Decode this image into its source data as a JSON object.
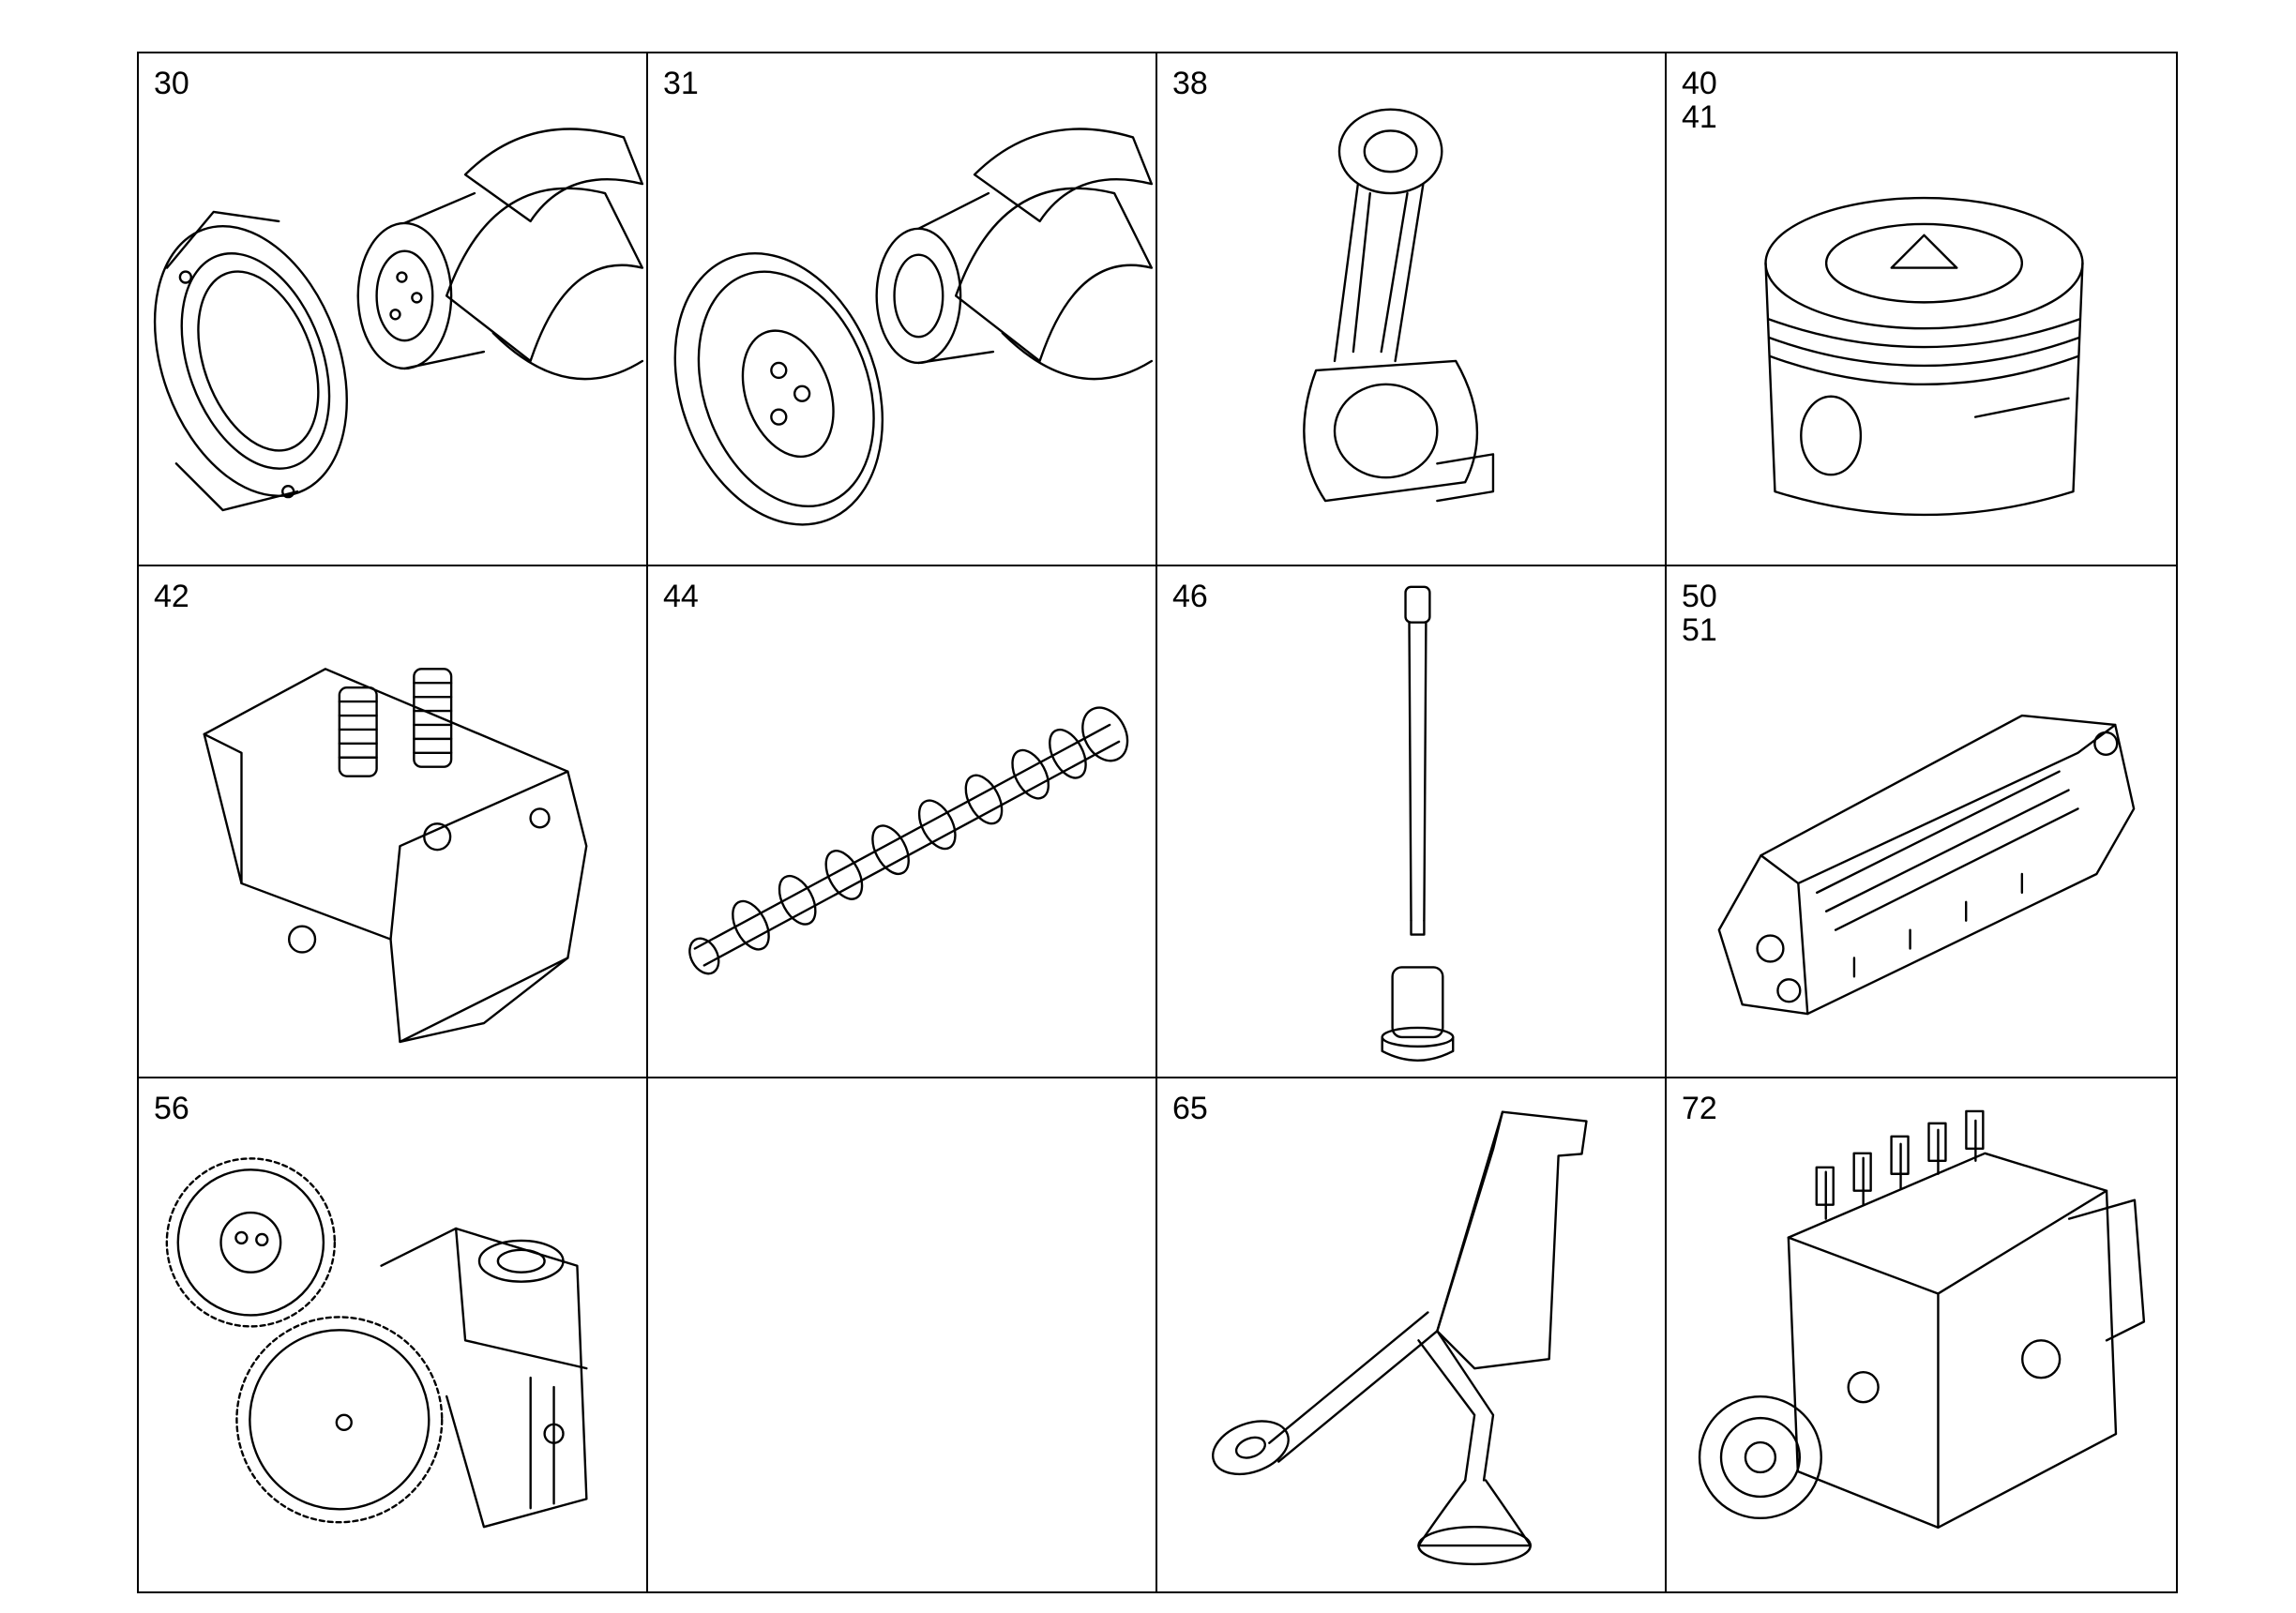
{
  "cells": [
    {
      "label": "30",
      "part": "crankshaft-with-rear-seal-icon"
    },
    {
      "label": "31",
      "part": "crankshaft-with-pulley-icon"
    },
    {
      "label": "38",
      "part": "connecting-rod-icon"
    },
    {
      "label": "40\n41",
      "part": "piston-icon"
    },
    {
      "label": "42",
      "part": "cylinder-head-icon"
    },
    {
      "label": "44",
      "part": "camshaft-icon"
    },
    {
      "label": "46",
      "part": "push-rod-and-tappet-icon"
    },
    {
      "label": "50\n51",
      "part": "rocker-cover-icon"
    },
    {
      "label": "56",
      "part": "oil-pump-with-gears-icon"
    },
    {
      "label": "",
      "part": "empty-cell"
    },
    {
      "label": "65",
      "part": "oil-strainer-pipe-icon"
    },
    {
      "label": "72",
      "part": "injection-pump-icon"
    }
  ]
}
